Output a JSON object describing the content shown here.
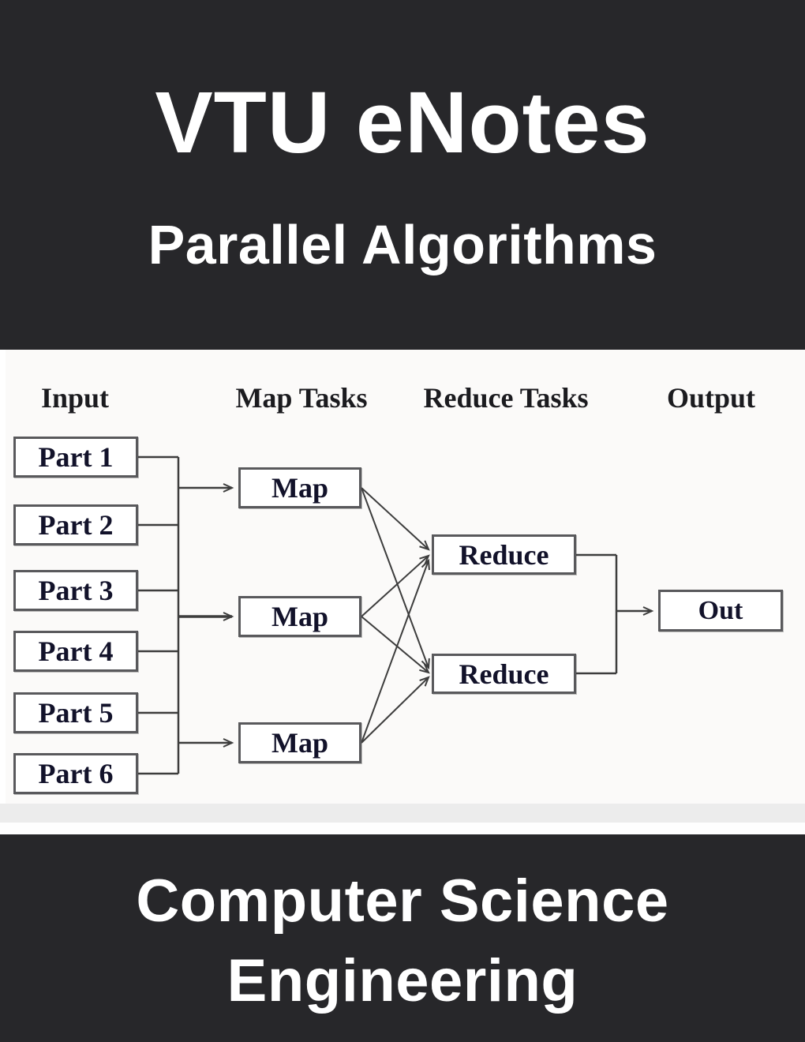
{
  "banner": {
    "title": "VTU eNotes",
    "subtitle": "Parallel Algorithms",
    "bg_color": "#27272a",
    "text_color": "#ffffff"
  },
  "footer": {
    "line1": "Computer Science",
    "line2": "Engineering",
    "bg_color": "#27272a"
  },
  "diagram": {
    "headers": [
      "Input",
      "Map Tasks",
      "Reduce Tasks",
      "Output"
    ],
    "parts": [
      "Part 1",
      "Part 2",
      "Part 3",
      "Part 4",
      "Part 5",
      "Part 6"
    ],
    "maps": [
      "Map",
      "Map",
      "Map"
    ],
    "reduces": [
      "Reduce",
      "Reduce"
    ],
    "out": "Out",
    "colors": {
      "box_border": "#59595c",
      "box_fill": "#ffffff",
      "line": "#3d3d3d",
      "text": "#12122a",
      "background": "#fbfaf9"
    }
  }
}
